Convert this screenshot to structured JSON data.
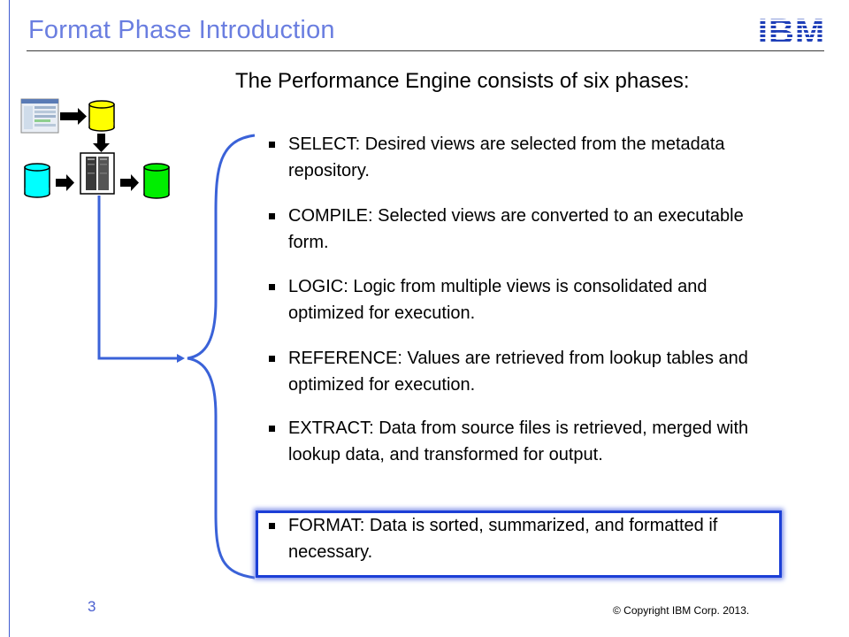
{
  "slide": {
    "title": "Format Phase Introduction",
    "logo_text": "IBM",
    "intro": "The Performance Engine consists of six phases:",
    "bullets": [
      {
        "text": "SELECT: Desired views are selected from the metadata repository."
      },
      {
        "text": "COMPILE: Selected views are converted to an executable form."
      },
      {
        "text": "LOGIC: Logic from multiple views is consolidated and optimized for execution."
      },
      {
        "text": "REFERENCE: Values are retrieved from lookup tables and optimized for execution."
      },
      {
        "text": "EXTRACT:  Data from source files is retrieved, merged with lookup data, and transformed for output."
      },
      {
        "text": "FORMAT: Data is sorted, summarized, and formatted if necessary."
      }
    ],
    "highlighted_bullet": "FORMAT",
    "page_number": "3",
    "copyright": "© Copyright IBM Corp. 2013."
  },
  "colors": {
    "title": "#6a7ee0",
    "brand_blue": "#1f3fb8",
    "highlight_border": "#1c3fd6",
    "cylinder_yellow": "#ffff00",
    "cylinder_cyan": "#00ffff",
    "cylinder_green": "#00ee00"
  },
  "diagram": {
    "icons": [
      "screenshot-thumbnail-icon",
      "yellow-database-icon",
      "cyan-database-icon",
      "server-icon",
      "green-database-icon",
      "arrow-icon"
    ]
  }
}
